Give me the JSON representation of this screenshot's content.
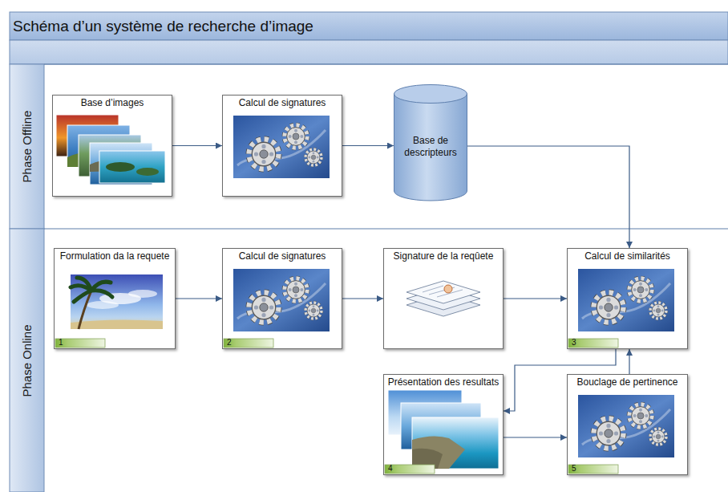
{
  "diagram": {
    "title": "Schéma d’un système de recherche d’image",
    "nodes": [
      {
        "text": [
          "Phase Offline"
        ]
      },
      {
        "text": [
          "Base d’images"
        ],
        "in": 0
      },
      {
        "text": [
          "Calcul de signatures"
        ],
        "in": 0
      },
      {
        "text": [
          "Base de descripteurs"
        ],
        "in": 0
      },
      {
        "text": [
          "Phase Online"
        ]
      },
      {
        "text": [
          "Formulation da la requete",
          "1"
        ],
        "in": 4
      },
      {
        "text": [
          "Calcul de signatures",
          "2"
        ],
        "in": 4
      },
      {
        "text": [
          "Signature de la reqûete"
        ],
        "in": 4
      },
      {
        "text": [
          "Calcul de similarités",
          "3"
        ],
        "in": 4
      },
      {
        "text": [
          "Présentation des resultats",
          "4"
        ],
        "in": 4
      },
      {
        "text": [
          "Bouclage de pertinence",
          "5"
        ],
        "in": 4
      }
    ],
    "edges": [
      {
        "from": 1,
        "to": 2,
        "arrow": "to"
      },
      {
        "from": 2,
        "to": 3,
        "arrow": "to"
      },
      {
        "from": 3,
        "to": 8,
        "arrow": "to"
      },
      {
        "from": 5,
        "to": 6,
        "arrow": "to"
      },
      {
        "from": 6,
        "to": 7,
        "arrow": "to"
      },
      {
        "from": 7,
        "to": 8,
        "arrow": "to"
      },
      {
        "from": 8,
        "to": 9,
        "arrow": "to"
      },
      {
        "from": 9,
        "to": 10,
        "arrow": "to"
      },
      {
        "from": 10,
        "to": 8,
        "arrow": "to"
      }
    ]
  }
}
